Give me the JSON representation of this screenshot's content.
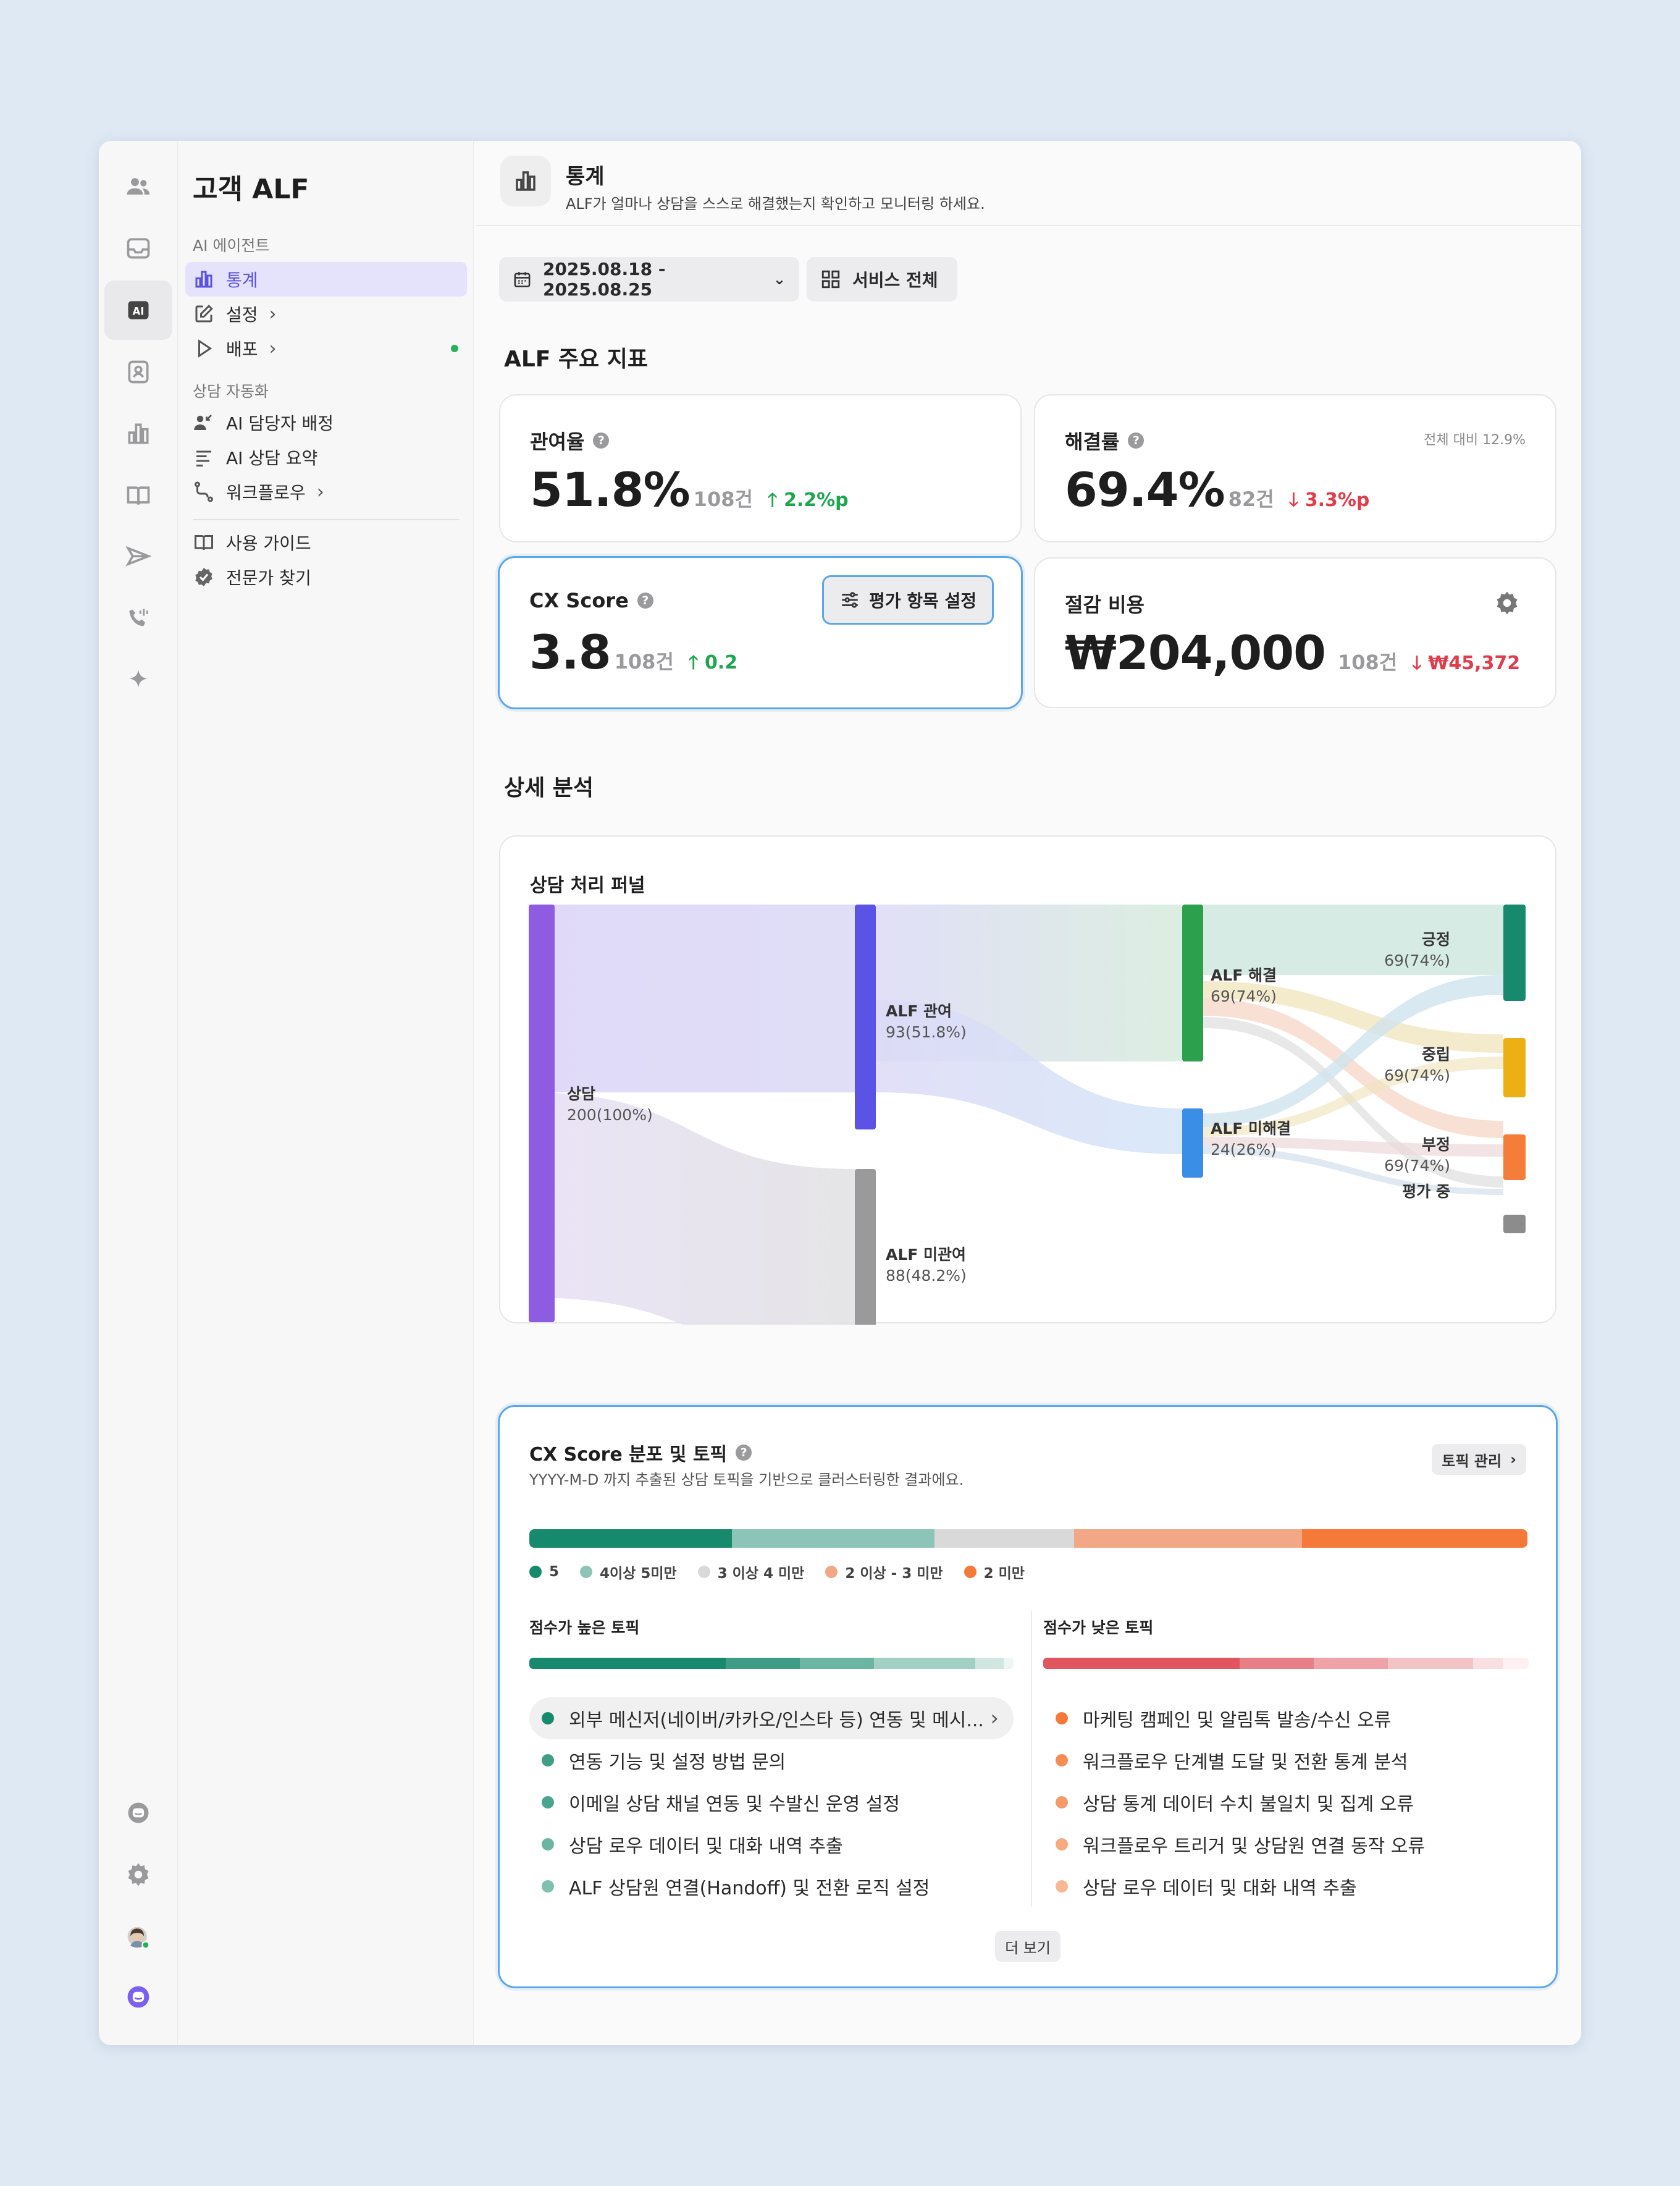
{
  "app": {
    "title": "고객 ALF"
  },
  "sidebar": {
    "section_ai": "AI 에이전트",
    "stats": "통계",
    "settings": "설정",
    "deploy": "배포",
    "section_auto": "상담 자동화",
    "assign": "AI 담당자 배정",
    "summary": "AI 상담 요약",
    "workflow": "워크플로우",
    "guide": "사용 가이드",
    "expert": "전문가 찾기"
  },
  "header": {
    "title": "통계",
    "subtitle": "ALF가 얼마나 상담을 스스로 해결했는지 확인하고 모니터링 하세요."
  },
  "filters": {
    "date_range": "2025.08.18 - 2025.08.25",
    "service": "서비스 전체"
  },
  "kpi_section": "ALF 주요 지표",
  "kpis": {
    "involvement": {
      "label": "관여율",
      "value": "51.8%",
      "count": "108건",
      "change": "2.2%p"
    },
    "resolution": {
      "label": "해결률",
      "value": "69.4%",
      "count": "82건",
      "change": "3.3%p",
      "compare": "전체 대비 12.9%"
    },
    "cx": {
      "label": "CX Score",
      "value": "3.8",
      "count": "108건",
      "change": "0.2",
      "eval_button": "평가 항목 설정"
    },
    "savings": {
      "label": "절감 비용",
      "value": "₩204,000",
      "count": "108건",
      "change": "₩45,372"
    }
  },
  "detail_section": "상세 분석",
  "funnel": {
    "title": "상담 처리 퍼널",
    "nodes": [
      {
        "name": "상담",
        "value": "200(100%)",
        "color": "#8e5ce0"
      },
      {
        "name": "ALF 관여",
        "value": "93(51.8%)",
        "color": "#5b52e6"
      },
      {
        "name": "ALF 미관여",
        "value": "88(48.2%)",
        "color": "#9a9a9a"
      },
      {
        "name": "ALF 해결",
        "value": "69(74%)",
        "color": "#2da04e"
      },
      {
        "name": "ALF 미해결",
        "value": "24(26%)",
        "color": "#3a8ee6"
      },
      {
        "name": "긍정",
        "value": "69(74%)",
        "color": "#178a6e"
      },
      {
        "name": "중립",
        "value": "69(74%)",
        "color": "#ecb014"
      },
      {
        "name": "부정",
        "value": "69(74%)",
        "color": "#f57d3a"
      },
      {
        "name": "평가 중",
        "value": "",
        "color": "#8c8c8c"
      }
    ]
  },
  "cx_dist": {
    "title": "CX Score 분포 및 토픽",
    "subtitle": "YYYY-M-D 까지 추출된 상담 토픽을 기반으로 클러스터링한 결과에요.",
    "manage_button": "토픽 관리",
    "segments": [
      {
        "label": "5",
        "share": 0.203,
        "color": "#178a6e"
      },
      {
        "label": "4이상 5미만",
        "share": 0.203,
        "color": "#8cc4b7"
      },
      {
        "label": "3 이상 4 미만",
        "share": 0.14,
        "color": "#d9d9d9"
      },
      {
        "label": "2 이상 - 3 미만",
        "share": 0.228,
        "color": "#f2a886"
      },
      {
        "label": "2 미만",
        "share": 0.226,
        "color": "#f57a3a"
      }
    ],
    "high_title": "점수가 높은 토픽",
    "low_title": "점수가 낮은 토픽",
    "high_topics": [
      "외부 메신저(네이버/카카오/인스타 등) 연동 및 메시...",
      "연동 기능 및 설정 방법 문의",
      "이메일 상담 채널 연동 및 수발신 운영 설정",
      "상담 로우 데이터 및 대화 내역 추출",
      "ALF 상담원 연결(Handoff) 및 전환 로직 설정"
    ],
    "low_topics": [
      "마케팅 캠페인 및 알림톡 발송/수신 오류",
      "워크플로우 단계별 도달 및 전환 통계 분석",
      "상담 통계 데이터 수치 불일치 및 집계 오류",
      "워크플로우 트리거 및 상담원 연결 동작 오류",
      "상담 로우 데이터 및 대화 내역 추출"
    ],
    "more_button": "더 보기"
  }
}
